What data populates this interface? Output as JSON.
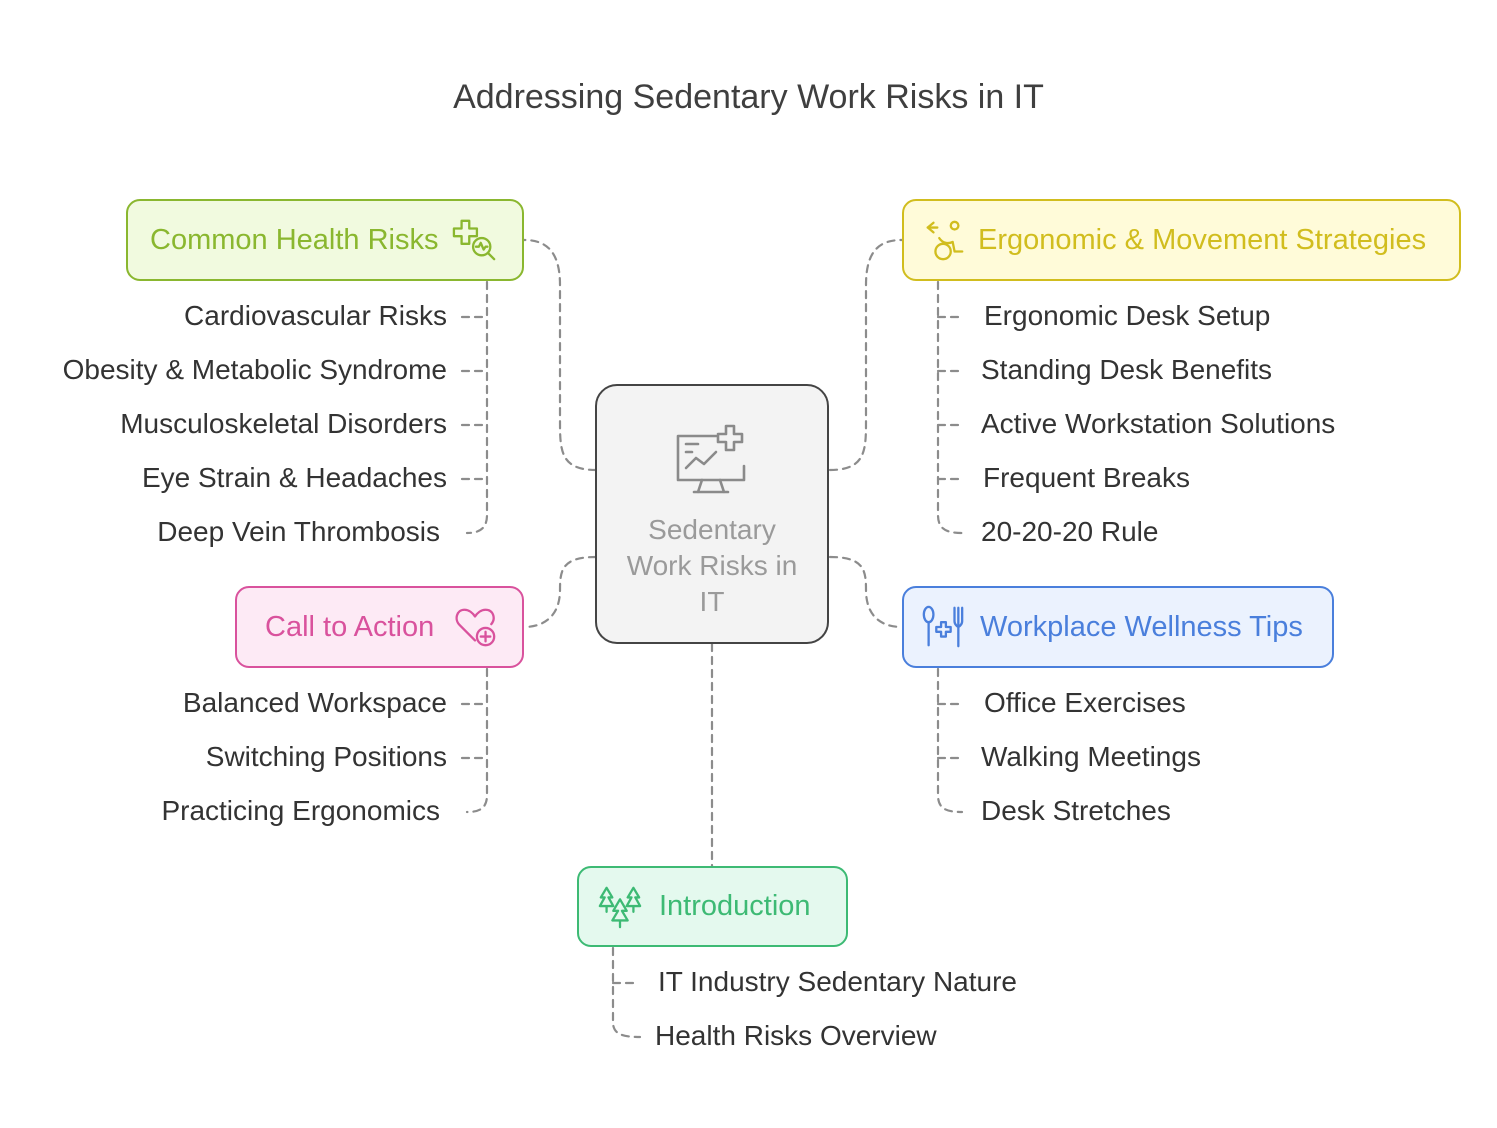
{
  "title": "Addressing Sedentary Work Risks in IT",
  "center": {
    "label": "Sedentary Work Risks in IT",
    "icon": "monitor-chart-medical-icon"
  },
  "branches": {
    "health": {
      "label": "Common Health Risks",
      "icon": "medical-cross-magnifier-icon",
      "color": "#8ab72f",
      "fill": "#f1fadf",
      "items": [
        "Cardiovascular Risks",
        "Obesity & Metabolic Syndrome",
        "Musculoskeletal Disorders",
        "Eye Strain & Headaches",
        "Deep Vein Thrombosis"
      ]
    },
    "ergonomic": {
      "label": "Ergonomic & Movement Strategies",
      "icon": "wheelchair-person-icon",
      "color": "#d1bd1e",
      "fill": "#fffbd9",
      "items": [
        "Ergonomic Desk Setup",
        "Standing Desk Benefits",
        "Active Workstation Solutions",
        "Frequent Breaks",
        "20-20-20 Rule"
      ]
    },
    "action": {
      "label": "Call to Action",
      "icon": "heart-plus-icon",
      "color": "#d9529d",
      "fill": "#fdeaf5",
      "items": [
        "Balanced Workspace",
        "Switching Positions",
        "Practicing Ergonomics"
      ]
    },
    "wellness": {
      "label": "Workplace Wellness Tips",
      "icon": "health-fork-icon",
      "color": "#4a7fdc",
      "fill": "#ebf2fe",
      "items": [
        "Office Exercises",
        "Walking Meetings",
        "Desk Stretches"
      ]
    },
    "intro": {
      "label": "Introduction",
      "icon": "trees-icon",
      "color": "#3dba74",
      "fill": "#e4f9ee",
      "items": [
        "IT Industry Sedentary Nature",
        "Health Risks Overview"
      ]
    }
  }
}
